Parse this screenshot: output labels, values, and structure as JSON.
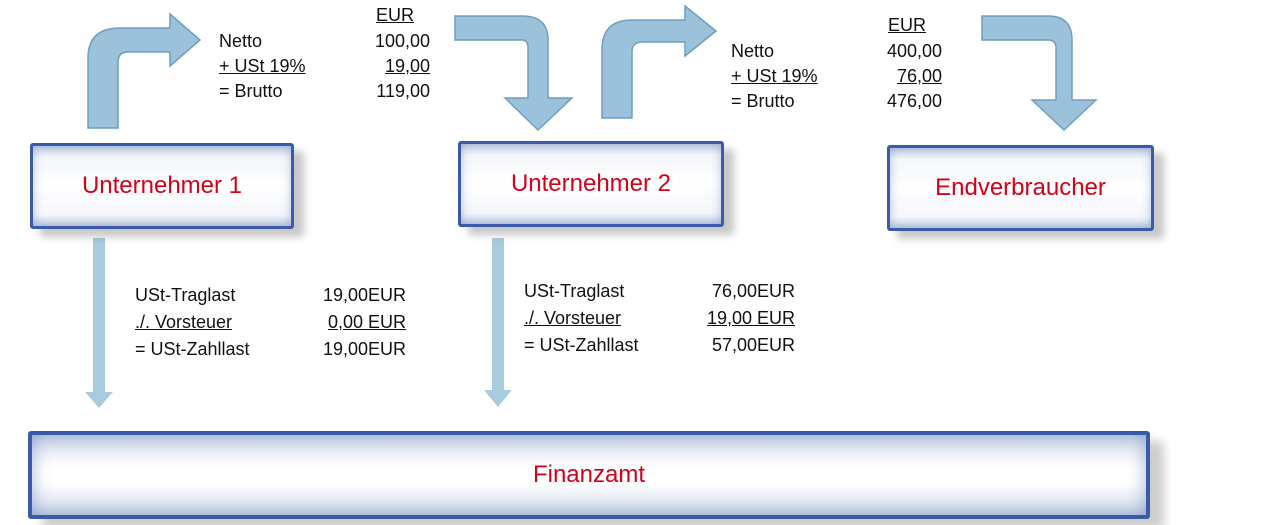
{
  "colors": {
    "arrow_fill": "#9cc1da",
    "arrow_stroke": "#6e9ec1",
    "box_border": "#3a5ca8",
    "box_text": "#d0021b"
  },
  "nodes": {
    "unternehmer1": "Unternehmer 1",
    "unternehmer2": "Unternehmer 2",
    "endverbraucher": "Endverbraucher",
    "finanzamt": "Finanzamt"
  },
  "invoice1": {
    "currency": "EUR",
    "netto_label": "Netto",
    "netto_value": "100,00",
    "ust_label": "+ USt 19%",
    "ust_value": "19,00",
    "brutto_label": "= Brutto",
    "brutto_value": "119,00"
  },
  "invoice2": {
    "currency": "EUR",
    "netto_label": "Netto",
    "netto_value": "400,00",
    "ust_label": "+ USt 19%",
    "ust_value": "76,00",
    "brutto_label": "= Brutto",
    "brutto_value": "476,00"
  },
  "tax1": {
    "traglast_label": "USt-Traglast",
    "traglast_value": "19,00EUR",
    "vorsteuer_label": "./. Vorsteuer",
    "vorsteuer_value": "0,00 EUR",
    "zahllast_label": "= USt-Zahllast",
    "zahllast_value": "19,00EUR"
  },
  "tax2": {
    "traglast_label": "USt-Traglast",
    "traglast_value": "76,00EUR",
    "vorsteuer_label": "./. Vorsteuer",
    "vorsteuer_value": "19,00 EUR",
    "zahllast_label": "= USt-Zahllast",
    "zahllast_value": "57,00EUR"
  }
}
